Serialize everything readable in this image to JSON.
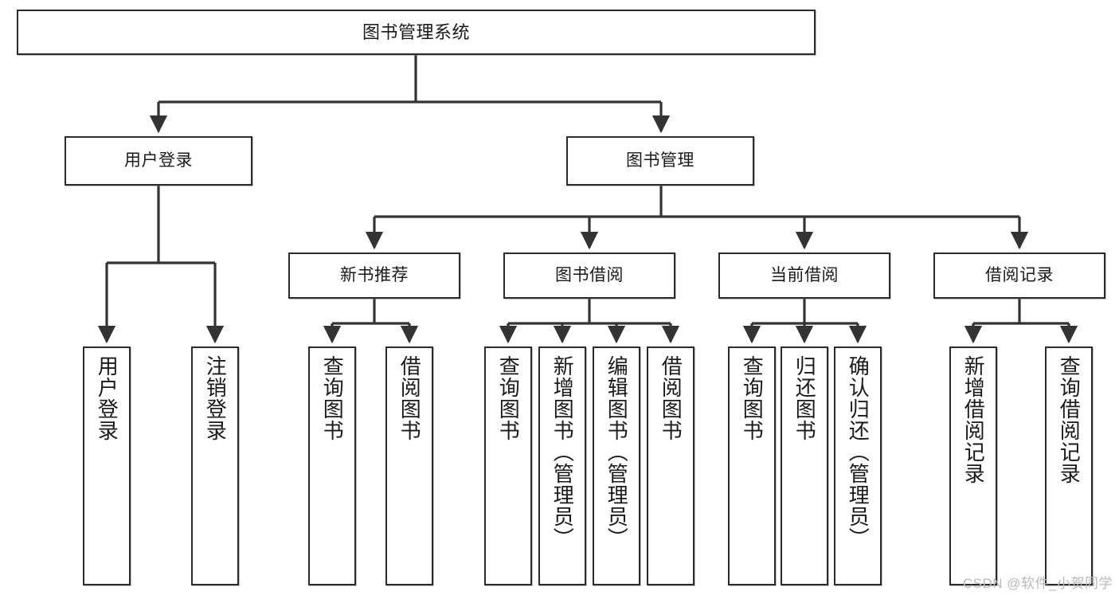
{
  "diagram": {
    "title": "图书管理系统",
    "type": "tree-hierarchy",
    "watermark": "CSDN @软件_小贺同学",
    "colors": {
      "box_border": "#2b2b2b",
      "box_fill": "#ffffff",
      "connector": "#333333",
      "text": "#1a1a1a",
      "watermark": "#b9b9b9"
    },
    "levels": {
      "level1_label": "图书管理系统",
      "level2_labels": [
        "用户登录",
        "图书管理"
      ],
      "level3_labels": [
        "新书推荐",
        "图书借阅",
        "当前借阅",
        "借阅记录"
      ]
    },
    "nodes": {
      "root": {
        "label": "图书管理系统"
      },
      "user_login": {
        "label": "用户登录"
      },
      "book_manage": {
        "label": "图书管理"
      },
      "new_book_rec": {
        "label": "新书推荐"
      },
      "book_borrow": {
        "label": "图书借阅"
      },
      "current_borrow": {
        "label": "当前借阅"
      },
      "borrow_record": {
        "label": "借阅记录"
      }
    },
    "leaves": {
      "user_login": [
        {
          "label": "用户登录"
        },
        {
          "label": "注销登录"
        }
      ],
      "new_book_rec": [
        {
          "label": "查询图书"
        },
        {
          "label": "借阅图书"
        }
      ],
      "book_borrow": [
        {
          "label": "查询图书"
        },
        {
          "label": "新增图书（管理员）"
        },
        {
          "label": "编辑图书（管理员）"
        },
        {
          "label": "借阅图书"
        }
      ],
      "current_borrow": [
        {
          "label": "查询图书"
        },
        {
          "label": "归还图书"
        },
        {
          "label": "确认归还（管理员）"
        }
      ],
      "borrow_record": [
        {
          "label": "新增借阅记录"
        },
        {
          "label": "查询借阅记录"
        }
      ]
    }
  }
}
